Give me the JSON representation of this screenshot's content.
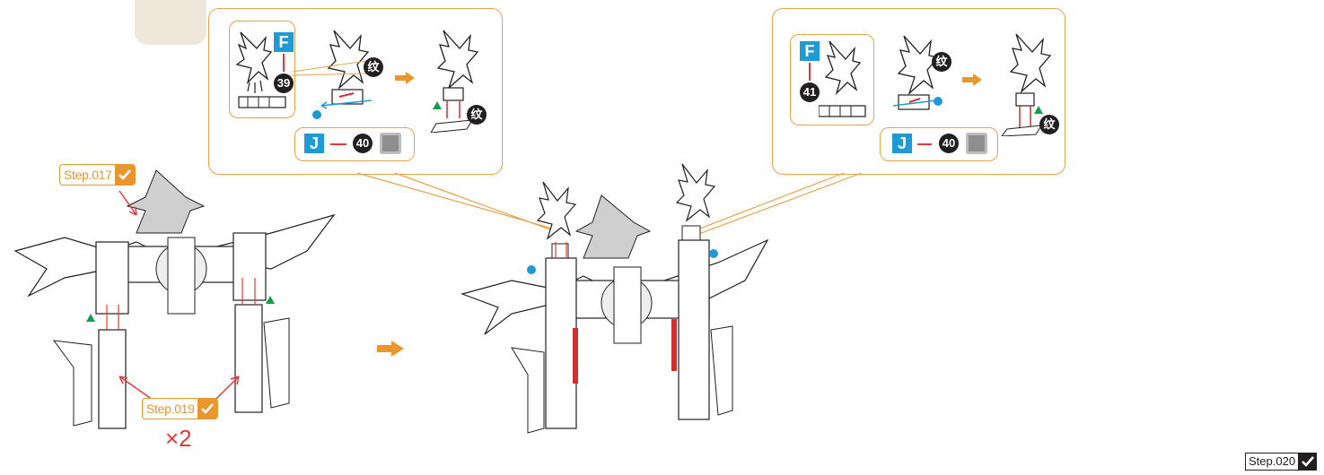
{
  "callout_left": {
    "part_letter_top": "F",
    "part_number_top": "39",
    "badge_a": "纹",
    "badge_b": "纹",
    "part_letter_bottom": "J",
    "part_number_bottom": "40"
  },
  "callout_right": {
    "part_letter_top": "F",
    "part_number_top": "41",
    "badge_a": "纹",
    "badge_b": "纹",
    "part_letter_bottom": "J",
    "part_number_bottom": "40"
  },
  "tags": {
    "step017": "Step.017",
    "step019": "Step.019",
    "step020": "Step.020"
  },
  "multiplier": "×2",
  "colors": {
    "accent_orange": "#e8962e",
    "callout_border": "#e8a24a",
    "part_blue": "#1e9ad6",
    "marker_green": "#1a9a4a",
    "arrow_red": "#e53935",
    "post_red": "#d32f2f"
  }
}
